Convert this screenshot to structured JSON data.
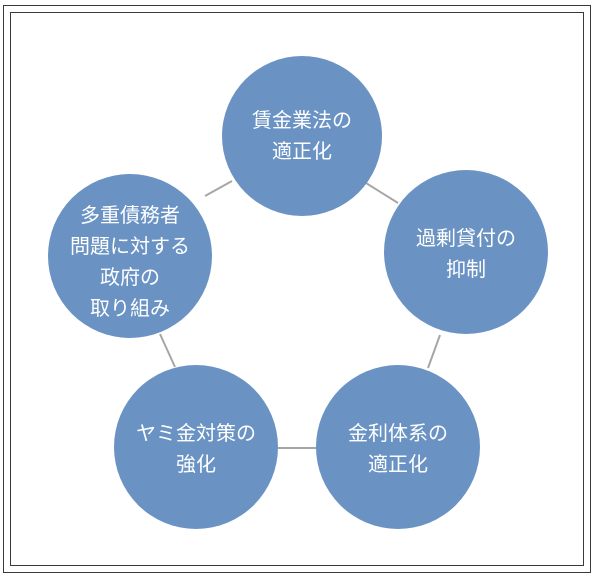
{
  "diagram": {
    "nodes": [
      {
        "id": "top",
        "lines": [
          "賃金業法の",
          "適正化"
        ]
      },
      {
        "id": "right",
        "lines": [
          "過剰貸付の",
          "抑制"
        ]
      },
      {
        "id": "bottom-right",
        "lines": [
          "金利体系の",
          "適正化"
        ]
      },
      {
        "id": "bottom-left",
        "lines": [
          "ヤミ金対策の",
          "強化"
        ]
      },
      {
        "id": "left",
        "lines": [
          "多重債務者",
          "問題に対する",
          "政府の",
          "取り組み"
        ]
      }
    ],
    "node_color": "#6a93c4",
    "connector_color": "#a6a6a6",
    "text_color": "#ffffff"
  }
}
